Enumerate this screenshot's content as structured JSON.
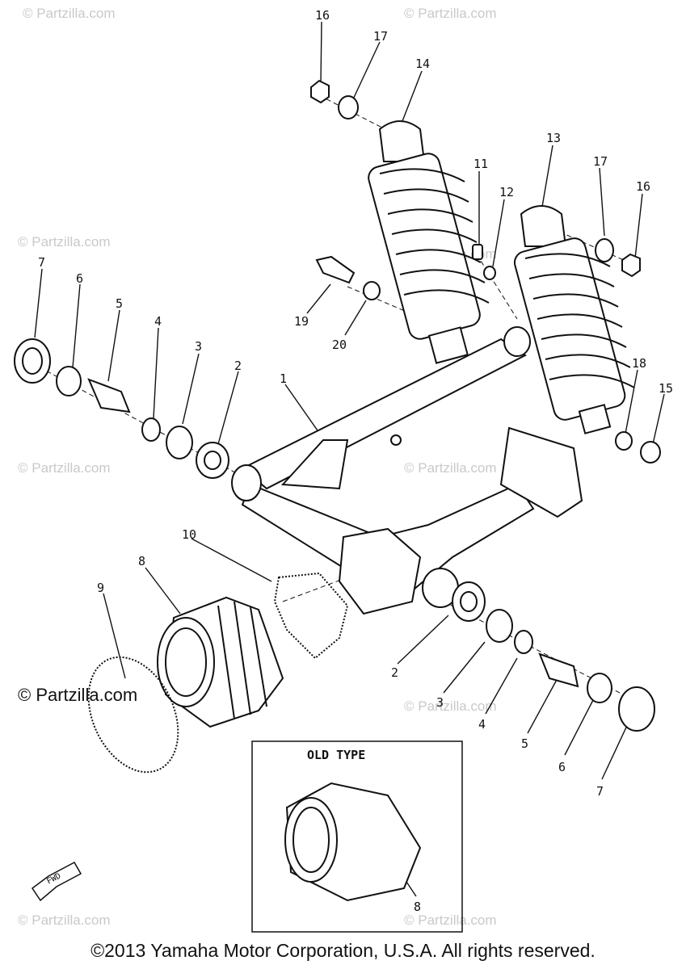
{
  "diagram": {
    "callouts": [
      {
        "id": "c16a",
        "label": "16"
      },
      {
        "id": "c17a",
        "label": "17"
      },
      {
        "id": "c14",
        "label": "14"
      },
      {
        "id": "c13",
        "label": "13"
      },
      {
        "id": "c11",
        "label": "11"
      },
      {
        "id": "c12",
        "label": "12"
      },
      {
        "id": "c17b",
        "label": "17"
      },
      {
        "id": "c16b",
        "label": "16"
      },
      {
        "id": "c7a",
        "label": "7"
      },
      {
        "id": "c6a",
        "label": "6"
      },
      {
        "id": "c5a",
        "label": "5"
      },
      {
        "id": "c4a",
        "label": "4"
      },
      {
        "id": "c3a",
        "label": "3"
      },
      {
        "id": "c2a",
        "label": "2"
      },
      {
        "id": "c19",
        "label": "19"
      },
      {
        "id": "c20",
        "label": "20"
      },
      {
        "id": "c1",
        "label": "1"
      },
      {
        "id": "c18",
        "label": "18"
      },
      {
        "id": "c15",
        "label": "15"
      },
      {
        "id": "c10",
        "label": "10"
      },
      {
        "id": "c8a",
        "label": "8"
      },
      {
        "id": "c9",
        "label": "9"
      },
      {
        "id": "c2b",
        "label": "2"
      },
      {
        "id": "c3b",
        "label": "3"
      },
      {
        "id": "c4b",
        "label": "4"
      },
      {
        "id": "c5b",
        "label": "5"
      },
      {
        "id": "c6b",
        "label": "6"
      },
      {
        "id": "c7b",
        "label": "7"
      },
      {
        "id": "c8b",
        "label": "8"
      }
    ],
    "inset_title": "OLD TYPE",
    "fwd_label": "FWD",
    "watermark": "© Partzilla.com",
    "watermark_main": "© Partzilla.com"
  },
  "footer": {
    "copyright": "©2013 Yamaha Motor Corporation, U.S.A. All rights reserved."
  }
}
